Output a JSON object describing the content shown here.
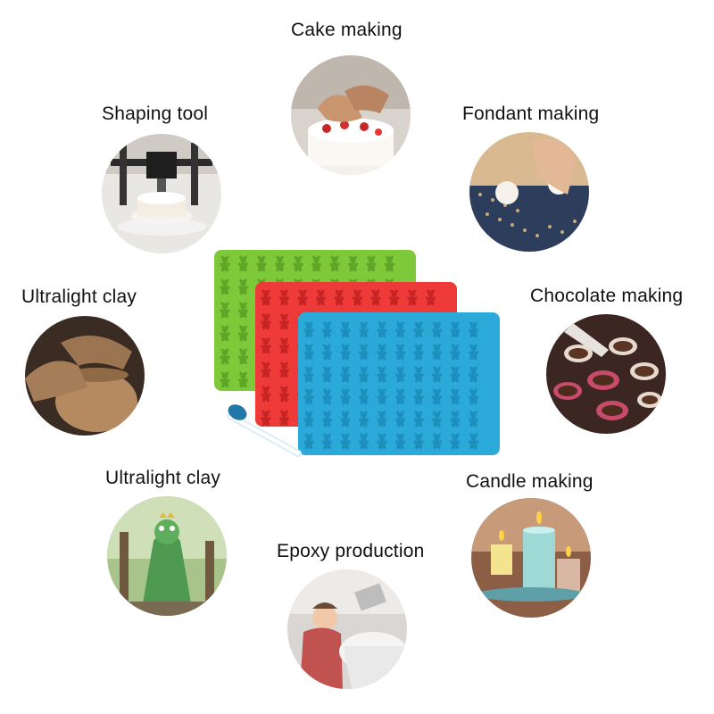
{
  "labels": {
    "cake": "Cake making",
    "shaping": "Shaping tool",
    "fondant": "Fondant making",
    "clay1": "Ultralight clay",
    "chocolate": "Chocolate making",
    "clay2": "Ultralight clay",
    "candle": "Candle making",
    "epoxy": "Epoxy production"
  },
  "tray_colors": {
    "green": "#7dc93a",
    "red": "#ef3a3a",
    "blue": "#2ba9d9"
  },
  "icons": {
    "cake": "cake-photo",
    "shaping": "3d-printer-photo",
    "fondant": "fondant-flowers-photo",
    "clay1": "pottery-hands-photo",
    "chocolate": "chocolate-cupcakes-photo",
    "clay2": "clay-figurine-photo",
    "candle": "candles-photo",
    "epoxy": "child-mixing-photo"
  }
}
